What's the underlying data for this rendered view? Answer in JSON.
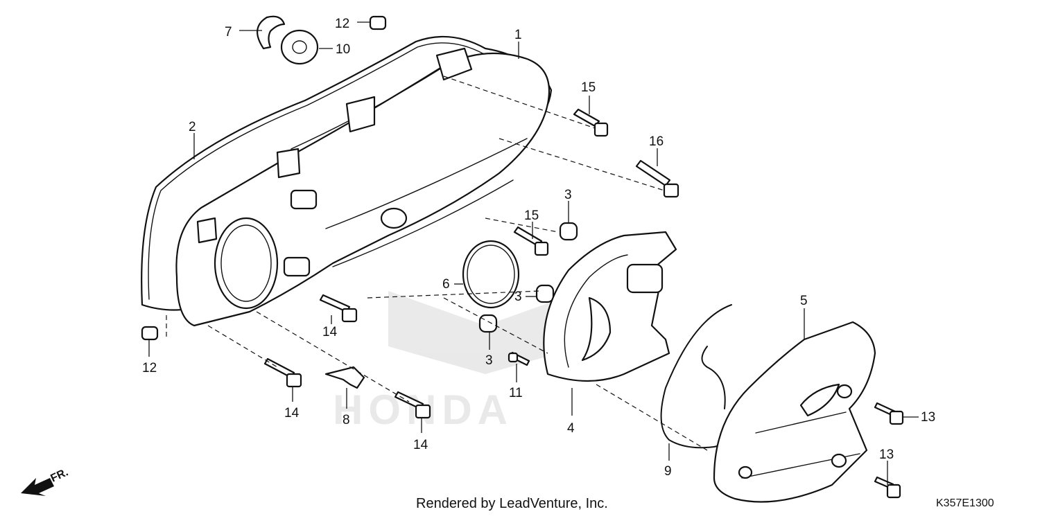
{
  "diagram": {
    "callouts": [
      {
        "id": "1",
        "label": "1"
      },
      {
        "id": "2",
        "label": "2"
      },
      {
        "id": "3a",
        "label": "3"
      },
      {
        "id": "3b",
        "label": "3"
      },
      {
        "id": "3c",
        "label": "3"
      },
      {
        "id": "4",
        "label": "4"
      },
      {
        "id": "5",
        "label": "5"
      },
      {
        "id": "6",
        "label": "6"
      },
      {
        "id": "7",
        "label": "7"
      },
      {
        "id": "8",
        "label": "8"
      },
      {
        "id": "9",
        "label": "9"
      },
      {
        "id": "10",
        "label": "10"
      },
      {
        "id": "11",
        "label": "11"
      },
      {
        "id": "12a",
        "label": "12"
      },
      {
        "id": "12b",
        "label": "12"
      },
      {
        "id": "13a",
        "label": "13"
      },
      {
        "id": "13b",
        "label": "13"
      },
      {
        "id": "14a",
        "label": "14"
      },
      {
        "id": "14b",
        "label": "14"
      },
      {
        "id": "14c",
        "label": "14"
      },
      {
        "id": "15a",
        "label": "15"
      },
      {
        "id": "15b",
        "label": "15"
      },
      {
        "id": "16",
        "label": "16"
      }
    ],
    "watermark": "HONDA",
    "direction_label": "FR.",
    "footer_credit": "Rendered by LeadVenture, Inc.",
    "diagram_code": "K357E1300"
  }
}
